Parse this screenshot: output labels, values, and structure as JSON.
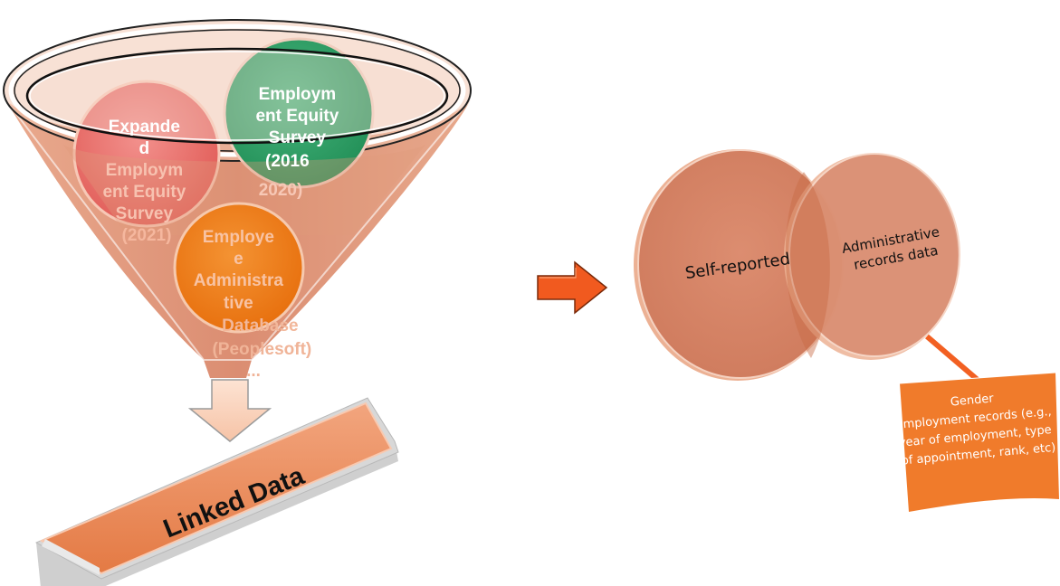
{
  "funnel": {
    "sources": [
      {
        "lines": [
          "Expande",
          "d",
          "Employm",
          "ent Equity",
          "Survey",
          "(2021)"
        ]
      },
      {
        "lines": [
          "Employm",
          "ent Equity",
          "Survey",
          "(2016",
          "2020)"
        ]
      },
      {
        "lines": [
          "Employe",
          "e",
          "Administra",
          "tive",
          "Database",
          "(Peoplesoft)",
          "..."
        ]
      }
    ],
    "output_label": "Linked Data"
  },
  "venn": {
    "left_label": "Self-reported",
    "right_label": [
      "Administrative",
      "records data"
    ]
  },
  "callout": {
    "lines": [
      "Gender",
      "Employment records (e.g.,",
      "year of employment, type",
      "of appointment, rank, etc)"
    ]
  },
  "colors": {
    "funnel_fill": "#e8a183",
    "source1": "#ee7a78",
    "source2": "#36a06c",
    "source3": "#ee7c1b",
    "bar_fill": "#ec8f5f",
    "arrow": "#f26022",
    "venn": "#d8876a",
    "callout": "#f07b2b"
  }
}
